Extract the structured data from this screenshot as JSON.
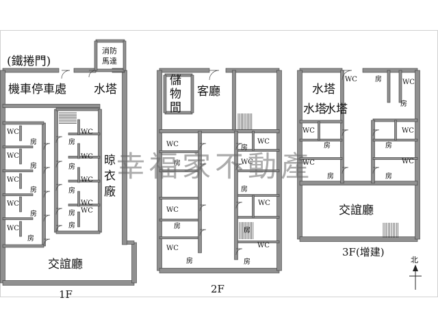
{
  "labels": {
    "roller_door": "(鐵捲門)",
    "fire_pump_1": "消防",
    "fire_pump_2": "馬達",
    "scooter_parking": "機車停車處",
    "water_tower_1f": "水塔",
    "drying_room_1": "晾",
    "drying_room_2": "衣",
    "drying_room_3": "廠",
    "lounge_1f": "交誼廳",
    "floor_1f": "1F",
    "storage_1": "儲",
    "storage_2": "物",
    "storage_3": "間",
    "living_room": "客廳",
    "floor_2f": "2F",
    "water_tower_3f_a": "水塔",
    "water_tower_3f_b": "水塔",
    "water_tower_3f_c": "水塔",
    "lounge_3f": "交誼廳",
    "floor_3f": "3F(增建)",
    "north": "北",
    "watermark": "幸福家不動產"
  },
  "room_labels": {
    "wc": "WC",
    "room": "房"
  },
  "colors": {
    "wall": "#909090",
    "wall_edge": "#3a3a3a",
    "room_fill": "#ffffff",
    "background": "#ffffff"
  }
}
